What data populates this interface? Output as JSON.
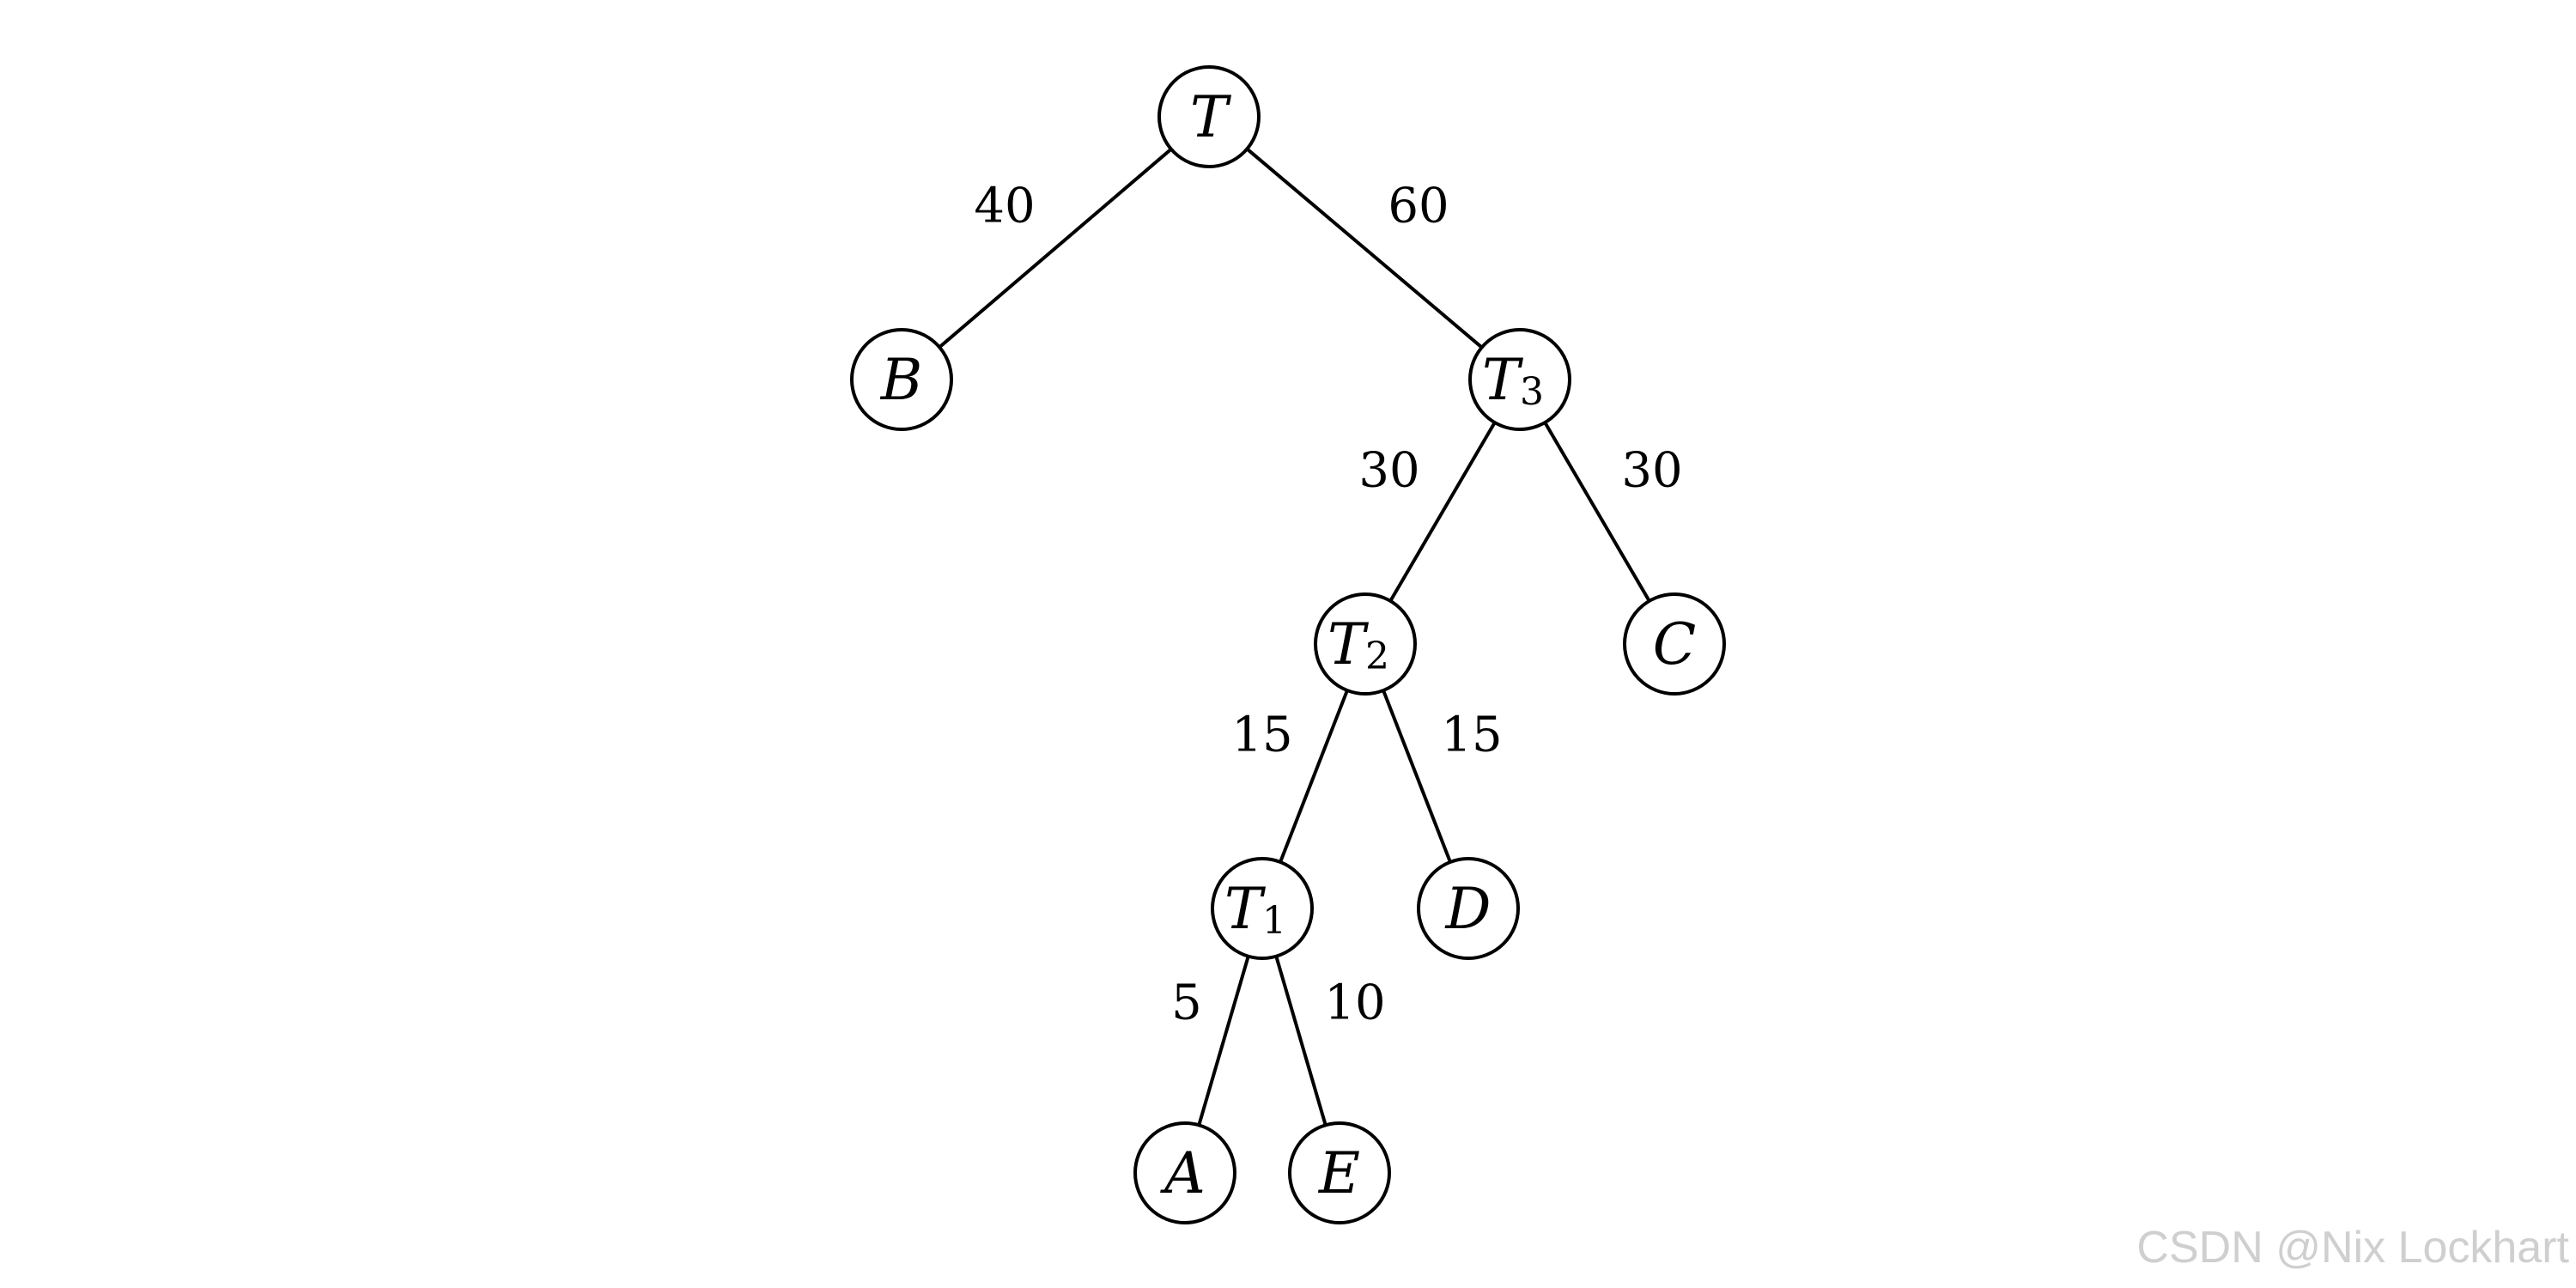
{
  "nodes": [
    {
      "id": "T",
      "name": "T",
      "sub": ""
    },
    {
      "id": "B",
      "name": "B",
      "sub": ""
    },
    {
      "id": "T3",
      "name": "T",
      "sub": "3"
    },
    {
      "id": "T2",
      "name": "T",
      "sub": "2"
    },
    {
      "id": "C",
      "name": "C",
      "sub": ""
    },
    {
      "id": "T1",
      "name": "T",
      "sub": "1"
    },
    {
      "id": "D",
      "name": "D",
      "sub": ""
    },
    {
      "id": "A",
      "name": "A",
      "sub": ""
    },
    {
      "id": "E",
      "name": "E",
      "sub": ""
    }
  ],
  "edges": [
    {
      "from": "T",
      "to": "B",
      "weight": "40"
    },
    {
      "from": "T",
      "to": "T3",
      "weight": "60"
    },
    {
      "from": "T3",
      "to": "T2",
      "weight": "30"
    },
    {
      "from": "T3",
      "to": "C",
      "weight": "30"
    },
    {
      "from": "T2",
      "to": "T1",
      "weight": "15"
    },
    {
      "from": "T2",
      "to": "D",
      "weight": "15"
    },
    {
      "from": "T1",
      "to": "A",
      "weight": "5"
    },
    {
      "from": "T1",
      "to": "E",
      "weight": "10"
    }
  ],
  "watermark": "CSDN @Nix Lockhart"
}
